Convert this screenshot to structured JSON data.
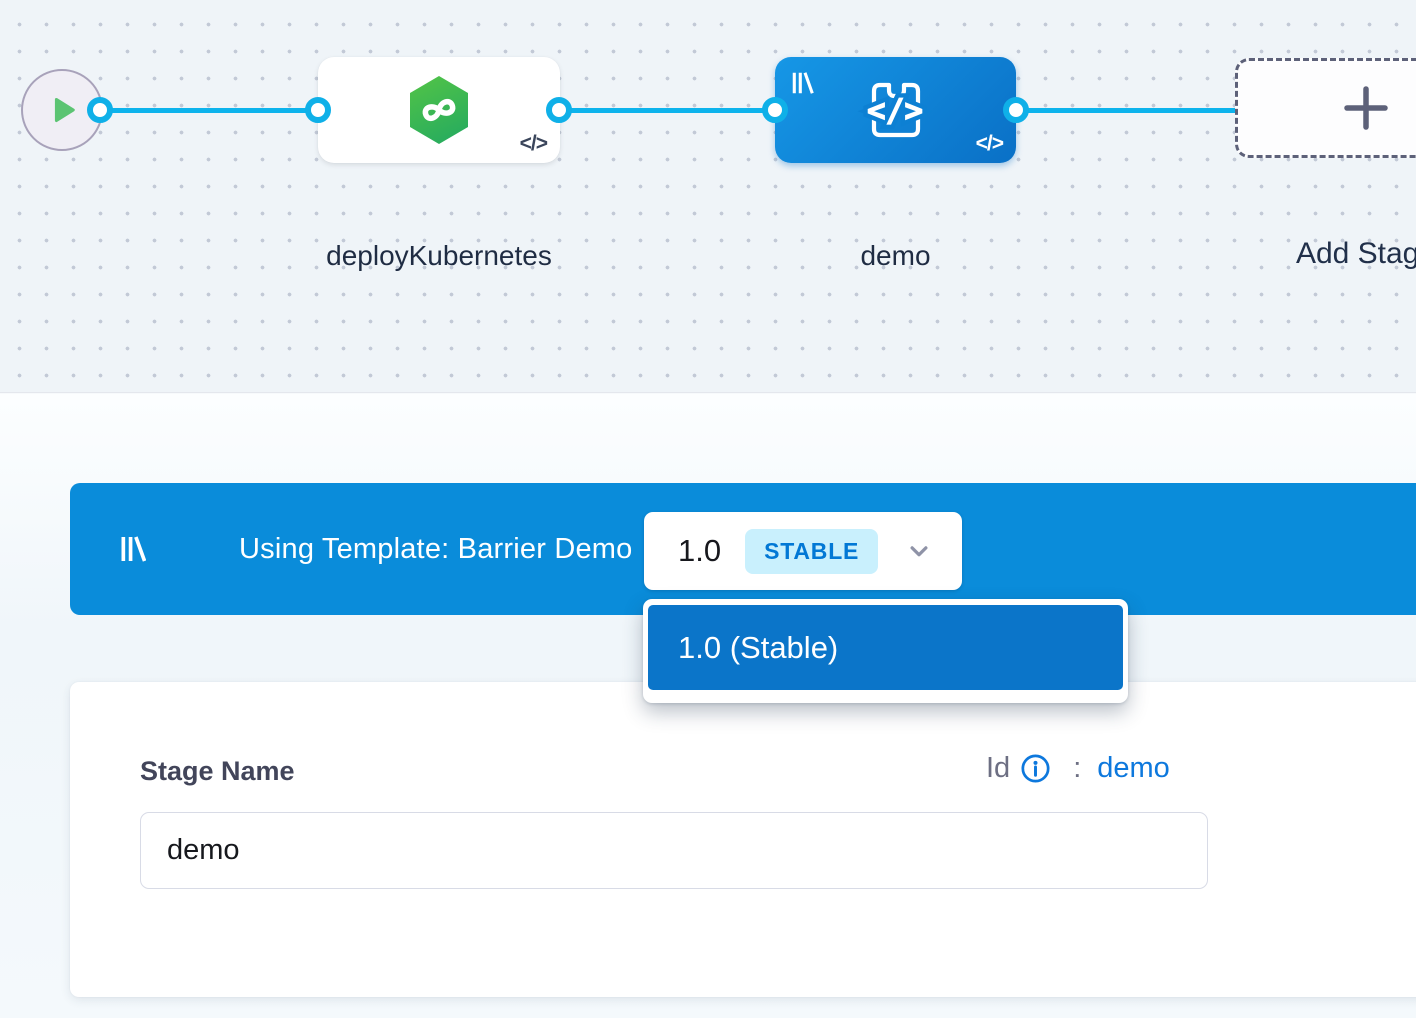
{
  "colors": {
    "connector_blue": "#0db3ec",
    "banner_blue": "#0a8cda",
    "dropdown_item_blue": "#0b75c9",
    "accent_blue": "#0278d5",
    "badge_bg": "#c9f0fd",
    "stage_green": "#3db558",
    "play_green": "#5cc473",
    "dark_text": "#1f2c43",
    "canvas_bg": "#eff4f8"
  },
  "pipeline_canvas": {
    "start_node": {
      "icon": "play-icon"
    },
    "stages": [
      {
        "label": "deployKubernetes",
        "icon": "deploy-hexagon-infinity-icon",
        "code_glyph": "</>"
      },
      {
        "label": "demo",
        "icon": "custom-stage-code-icon",
        "template_icon": "template-library-icon",
        "code_glyph": "</>"
      },
      {
        "label": "Add Stage",
        "icon": "plus-icon"
      }
    ]
  },
  "template_banner": {
    "icon": "template-library-icon",
    "label": "Using Template: Barrier Demo",
    "version_selector": {
      "value": "1.0",
      "badge": "STABLE",
      "chevron": "chevron-down-icon"
    },
    "dropdown": {
      "items": [
        {
          "label": "1.0 (Stable)",
          "selected": true
        }
      ]
    }
  },
  "stage_form": {
    "name_label": "Stage Name",
    "name_value": "demo",
    "id_label": "Id",
    "id_separator": ":",
    "id_value": "demo"
  }
}
